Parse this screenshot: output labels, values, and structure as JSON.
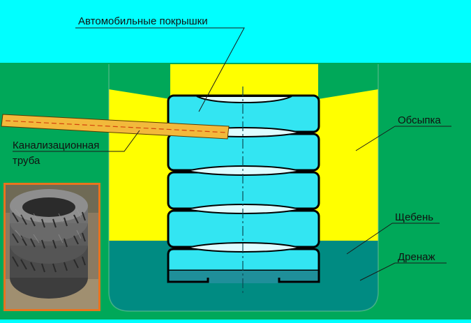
{
  "labels": {
    "tires": "Автомобильные покрышки",
    "pipe_line1": "Канализационная",
    "pipe_line2": "труба",
    "backfill": "Обсыпка",
    "gravel": "Щебень",
    "drainage": "Дренаж"
  },
  "colors": {
    "sky": "#00ffff",
    "ground": "#00a859",
    "backfill": "#ffff00",
    "drainage": "#008b82",
    "tire": "#33e5f2",
    "tire_outline": "#000000",
    "pipe": "#f2b93b",
    "pipe_dash": "#d4420c",
    "photo_frame": "#e8741e"
  },
  "photo": {
    "description_icon": "stacked-tires-photo"
  }
}
